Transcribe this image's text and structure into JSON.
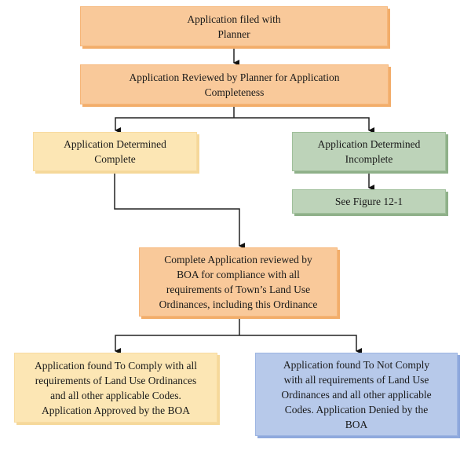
{
  "diagram": {
    "type": "flowchart",
    "nodes": {
      "filed": {
        "lines": [
          "Application filed with",
          "Planner"
        ],
        "color": "#f9c99a"
      },
      "reviewed_planner": {
        "lines": [
          "Application Reviewed by Planner for Application",
          "Completeness"
        ],
        "color": "#f9c99a"
      },
      "complete": {
        "lines": [
          "Application Determined",
          "Complete"
        ],
        "color": "#fce6b4"
      },
      "incomplete": {
        "lines": [
          "Application Determined",
          "Incomplete"
        ],
        "color": "#bdd3b9"
      },
      "see_figure": {
        "lines": [
          "See Figure 12-1"
        ],
        "color": "#bdd3b9"
      },
      "reviewed_boa": {
        "lines": [
          "Complete Application reviewed by",
          "BOA for compliance with all",
          "requirements of Town’s Land Use",
          "Ordinances, including this Ordinance"
        ],
        "color": "#f9c99a"
      },
      "approved": {
        "lines": [
          "Application found To Comply with all",
          "requirements of Land Use Ordinances",
          "and all other applicable Codes.",
          "Application Approved by the BOA"
        ],
        "color": "#fce6b4"
      },
      "denied": {
        "lines": [
          "Application found To Not Comply",
          "with all requirements of Land Use",
          "Ordinances and all other applicable",
          "Codes. Application Denied by the",
          "BOA"
        ],
        "color": "#b7c9ea"
      }
    },
    "edges": [
      {
        "from": "filed",
        "to": "reviewed_planner"
      },
      {
        "from": "reviewed_planner",
        "to": "complete"
      },
      {
        "from": "reviewed_planner",
        "to": "incomplete"
      },
      {
        "from": "incomplete",
        "to": "see_figure"
      },
      {
        "from": "complete",
        "to": "reviewed_boa"
      },
      {
        "from": "reviewed_boa",
        "to": "approved"
      },
      {
        "from": "reviewed_boa",
        "to": "denied"
      }
    ]
  }
}
